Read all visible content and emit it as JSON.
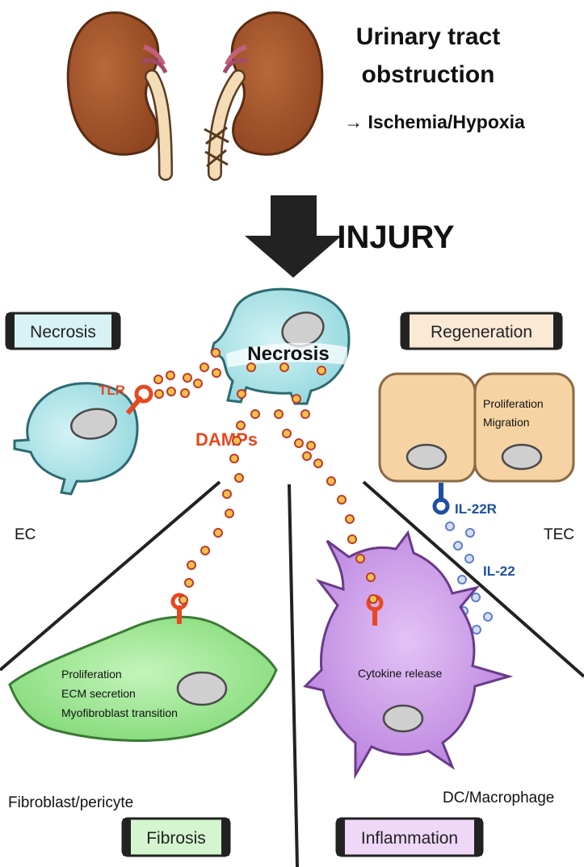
{
  "header": {
    "title_line1": "Urinary tract",
    "title_line2": "obstruction",
    "subtitle": "→ Ischemia/Hypoxia"
  },
  "injury": {
    "label": "INJURY"
  },
  "center_cell": {
    "label": "Necrosis"
  },
  "pills": {
    "necrosis": "Necrosis",
    "regeneration": "Regeneration",
    "fibrosis": "Fibrosis",
    "inflammation": "Inflammation"
  },
  "labels": {
    "tlr": "TLR",
    "damps": "DAMPs",
    "il22r": "IL-22R",
    "il22": "IL-22",
    "ec": "EC",
    "tec": "TEC",
    "fibroblast": "Fibroblast/pericyte",
    "macrophage": "DC/Macrophage"
  },
  "tec_cell": {
    "line1": "Proliferation",
    "line2": "Migration"
  },
  "fibroblast_cell": {
    "line1": "Proliferation",
    "line2": "ECM secretion",
    "line3": "Myofibroblast transition"
  },
  "macrophage_cell": {
    "line1": "Cytokine release"
  },
  "colors": {
    "kidney": "#a85a2c",
    "necrotic_cell": "#a9e1e6",
    "tec": "#f6d3a3",
    "fibroblast": "#93e38a",
    "macrophage": "#c78fe6",
    "damp_dot": "#f2c24a",
    "receptor_red": "#e8481f",
    "il22_blue": "#1e4fa3"
  }
}
